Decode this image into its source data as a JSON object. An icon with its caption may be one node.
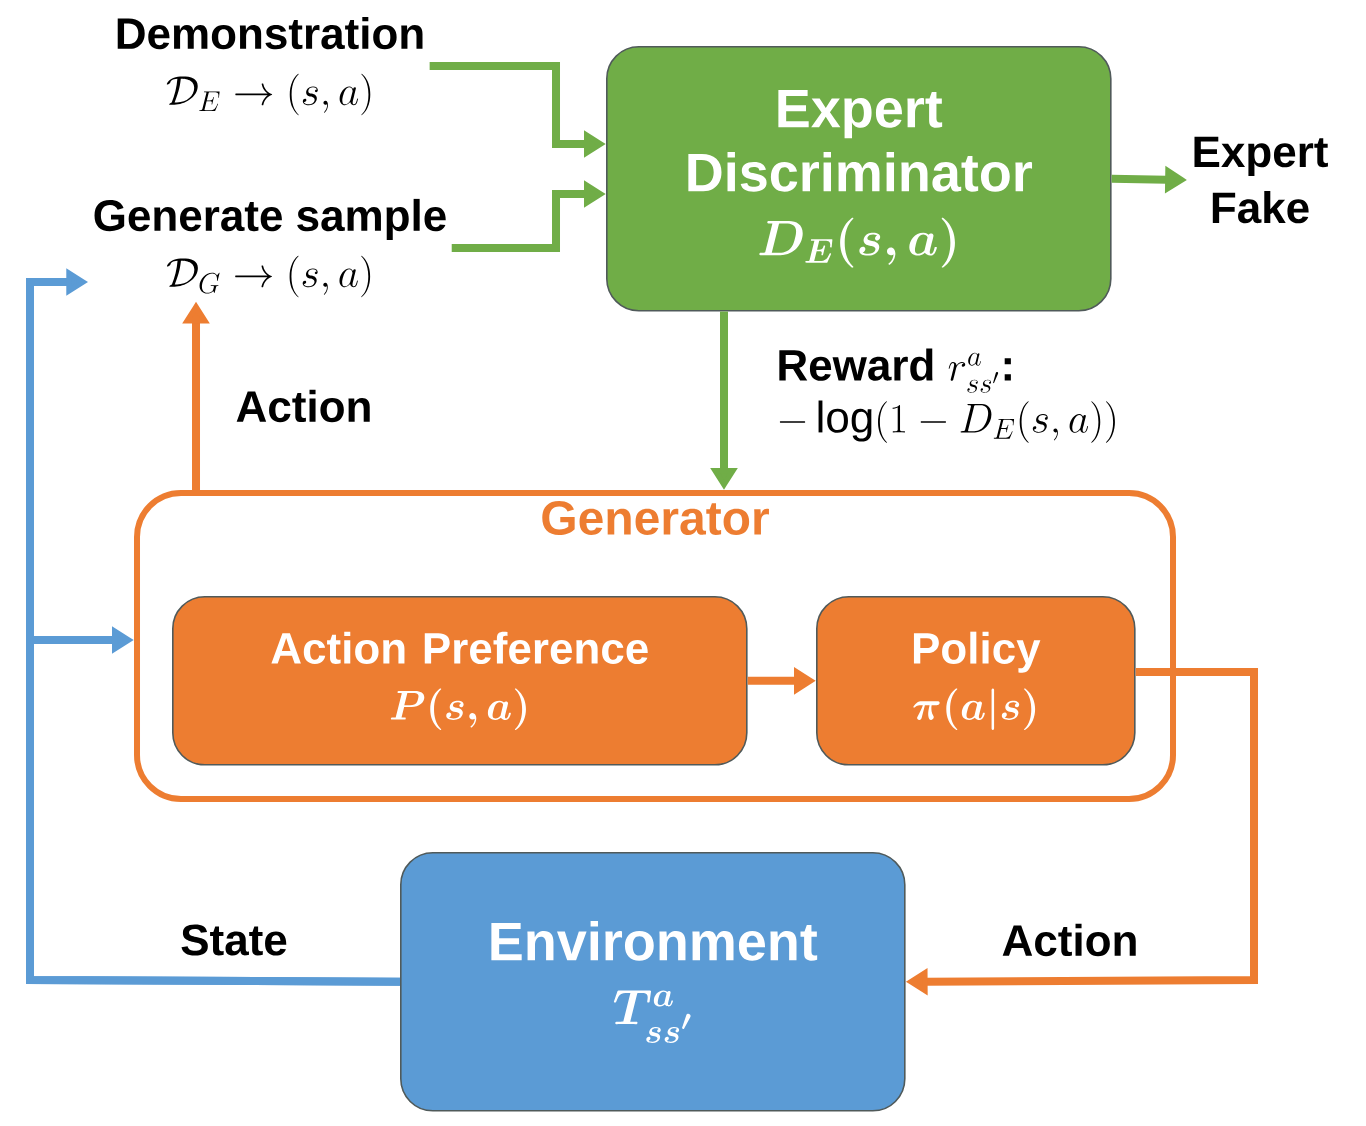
{
  "diagram": {
    "nodes": [
      {
        "text": [
          "Demonstration",
          "\\mathcal{D}_E \\to (s,a)"
        ]
      },
      {
        "text": [
          "Generate sample",
          "\\mathcal{D}_G \\to (s,a)"
        ]
      },
      {
        "text": [
          "Expert Discriminator",
          "\\boldsymbol{D_E(s,a)}"
        ]
      },
      {
        "text": [
          "Expert",
          "Fake"
        ]
      },
      {
        "text": [
          "Generator"
        ]
      },
      {
        "text": [
          "Action Preference",
          "\\boldsymbol{P(s,a)}"
        ],
        "in": 4
      },
      {
        "text": [
          "Policy",
          "\\boldsymbol{\\pi(a|s)}"
        ],
        "in": 4
      },
      {
        "text": [
          "Environment",
          "\\boldsymbol{T^{a}_{ss'}}"
        ]
      }
    ],
    "edges": [
      {
        "from": 0,
        "to": 2,
        "arrow": "to"
      },
      {
        "from": 1,
        "to": 2,
        "arrow": "to"
      },
      {
        "from": 2,
        "to": 3,
        "arrow": "to"
      },
      {
        "from": 2,
        "to": 4,
        "arrow": "to",
        "label": "\\begin{array}{l}\\textbf{Reward}\\ r^{a}_{ss'}\\text{:}\\\\ -\\log(1-D_E(s,a))\\end{array}"
      },
      {
        "from": 7,
        "to": 1,
        "arrow": "to",
        "color": "#5b9bd5",
        "label": "State"
      },
      {
        "from": 7,
        "to": 4,
        "arrow": "to",
        "color": "#5b9bd5"
      },
      {
        "from": 4,
        "to": 1,
        "arrow": "to",
        "color": "#ed7d31",
        "label": "Action"
      },
      {
        "from": 5,
        "to": 6,
        "arrow": "to",
        "color": "#ed7d31"
      },
      {
        "from": 6,
        "to": 7,
        "arrow": "to",
        "color": "#ed7d31",
        "label": "Action"
      }
    ]
  }
}
